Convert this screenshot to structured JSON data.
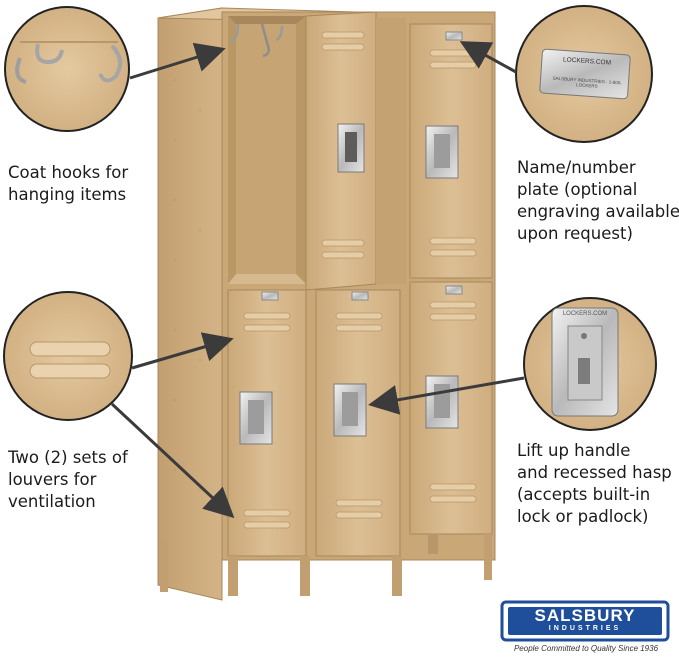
{
  "captions": {
    "coat_hooks": [
      "Coat hooks for",
      "hanging items"
    ],
    "name_plate": [
      "Name/number",
      "plate (optional",
      "engraving available",
      "upon request)"
    ],
    "louvers": [
      "Two (2) sets of",
      "louvers for",
      "ventilation"
    ],
    "handle": [
      "Lift up handle",
      "and recessed hasp",
      "(accepts built-in",
      "lock or padlock)"
    ]
  },
  "plate_text": {
    "brand_url": "LOCKERS.COM",
    "maker_line": "SALSBURY INDUSTRIES · 1-800-LOCKERS"
  },
  "handle_plate_text": "LOCKERS.COM",
  "logo": {
    "brand": "SALSBURY",
    "sub": "INDUSTRIES",
    "tagline": "People Committed to Quality Since 1936"
  },
  "colors": {
    "locker_tan": "#d7b98f",
    "locker_shadow": "#b8976a",
    "locker_highlight": "#e6cda6",
    "logo_blue": "#1f4e9a",
    "text": "#1b1b1b"
  }
}
